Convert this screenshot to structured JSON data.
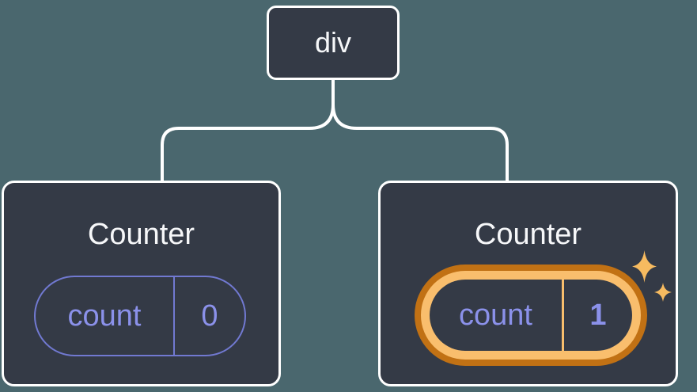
{
  "diagram": {
    "description": "component tree with preserved state",
    "root": {
      "label": "div"
    },
    "children": [
      {
        "title": "Counter",
        "state": {
          "key": "count",
          "value": "0"
        },
        "highlighted": false
      },
      {
        "title": "Counter",
        "state": {
          "key": "count",
          "value": "1"
        },
        "highlighted": true
      }
    ]
  },
  "icons": {
    "sparkles": "sparkles-icon (two 4-point stars)"
  },
  "colors": {
    "background": "#4a676e",
    "node_fill": "#343a46",
    "node_border": "#ffffff",
    "connector": "#ffffff",
    "text_primary": "#f6f7f9",
    "purple_border": "#7179d1",
    "purple_text": "#8b91ea",
    "orange_dark": "#c17114",
    "orange_light": "#f9be6d",
    "sparkle": "#f7bb60"
  }
}
